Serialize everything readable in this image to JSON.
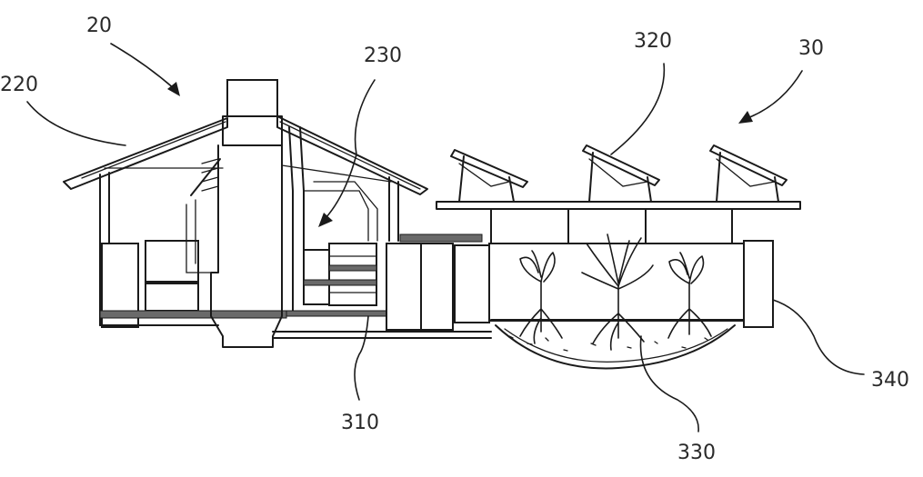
{
  "labels": {
    "l20": "20",
    "l220": "220",
    "l230": "230",
    "l320": "320",
    "l30": "30",
    "l310": "310",
    "l340": "340",
    "l330": "330"
  }
}
